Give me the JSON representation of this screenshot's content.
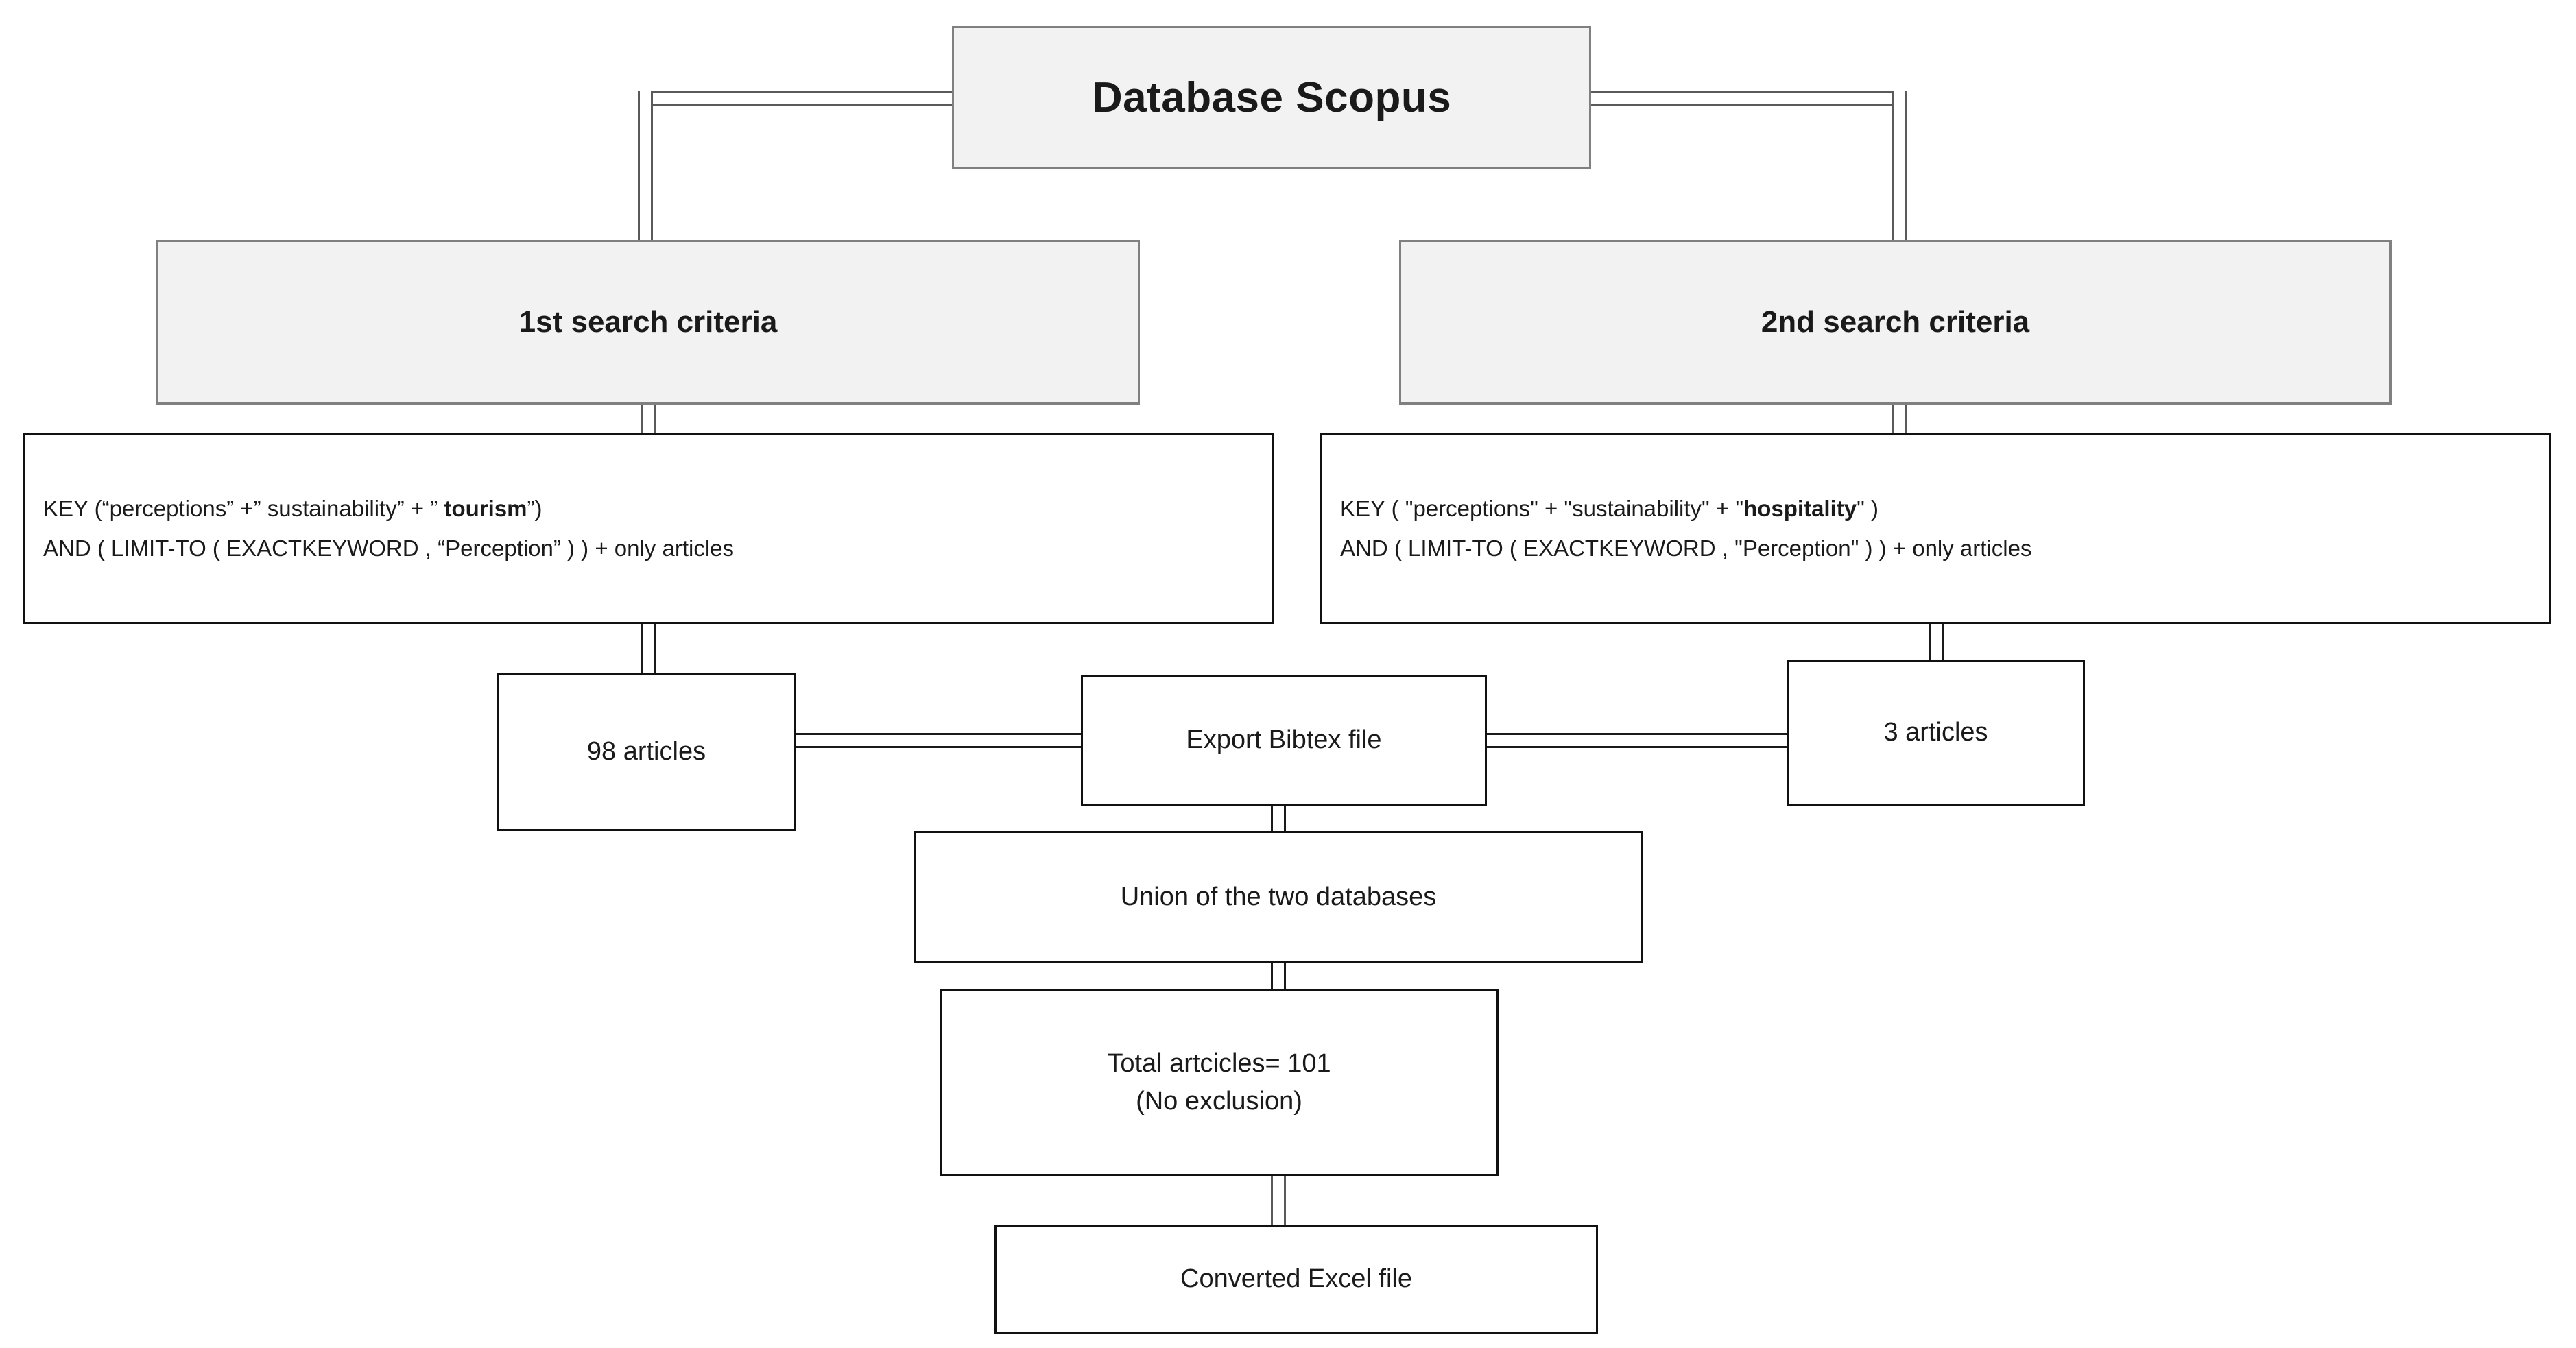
{
  "diagram": {
    "title": "Literature search flow (Scopus)",
    "colors": {
      "shaded_fill": "#f2f2f2",
      "shaded_border": "#808080",
      "plain_border": "#111111",
      "text": "#1a1a1a",
      "connector": "#1a1a1a",
      "background": "#ffffff"
    },
    "nodes": {
      "database": {
        "label": "Database Scopus"
      },
      "criteria_1": {
        "label": "1st search criteria"
      },
      "criteria_2": {
        "label": "2nd search criteria"
      },
      "query_1": {
        "line1_pre": "KEY (“perceptions” +” sustainability” + ” ",
        "line1_bold": "tourism",
        "line1_post": "”)",
        "line2": "AND ( LIMIT-TO ( EXACTKEYWORD , “Perception” ) ) + only articles"
      },
      "query_2": {
        "line1_pre": "KEY ( \"perceptions\" + \"sustainability\" + \"",
        "line1_bold": "hospitality",
        "line1_post": "\" )",
        "line2": "AND ( LIMIT-TO ( EXACTKEYWORD , \"Perception\" ) ) + only articles"
      },
      "results_1": {
        "label": "98 articles"
      },
      "results_2": {
        "label": "3 articles"
      },
      "export": {
        "label": "Export Bibtex file"
      },
      "union": {
        "label": "Union of the two databases"
      },
      "total": {
        "label": "Total artcicles= 101\n(No exclusion)"
      },
      "converted": {
        "label": "Converted Excel file"
      }
    }
  }
}
